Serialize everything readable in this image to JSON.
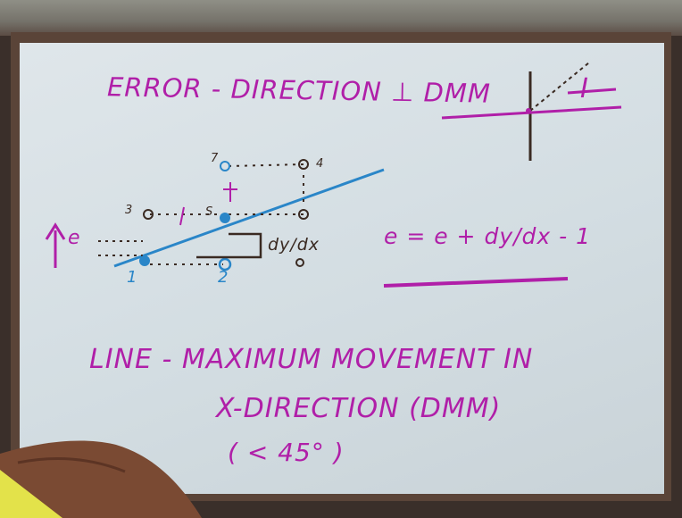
{
  "board": {
    "title": "ERROR - DIRECTION ⊥ DMM",
    "region_label": "I",
    "equation": "e = e + dy/dx - 1",
    "line1": "LINE - MAXIMUM MOVEMENT IN",
    "line2": "X-DIRECTION (DMM)",
    "line3": "( < 45° )",
    "diagram_labels": {
      "point1": "1",
      "point2": "2",
      "point3": "3",
      "point7": "7",
      "pointS": "S",
      "point4": "4",
      "e_label": "e",
      "dydx": "dy/dx"
    }
  },
  "colors": {
    "board": "#d6dfe4",
    "marker_magenta": "#b01fa8",
    "marker_blue": "#2a86c8",
    "marker_dark": "#3a2a22"
  }
}
